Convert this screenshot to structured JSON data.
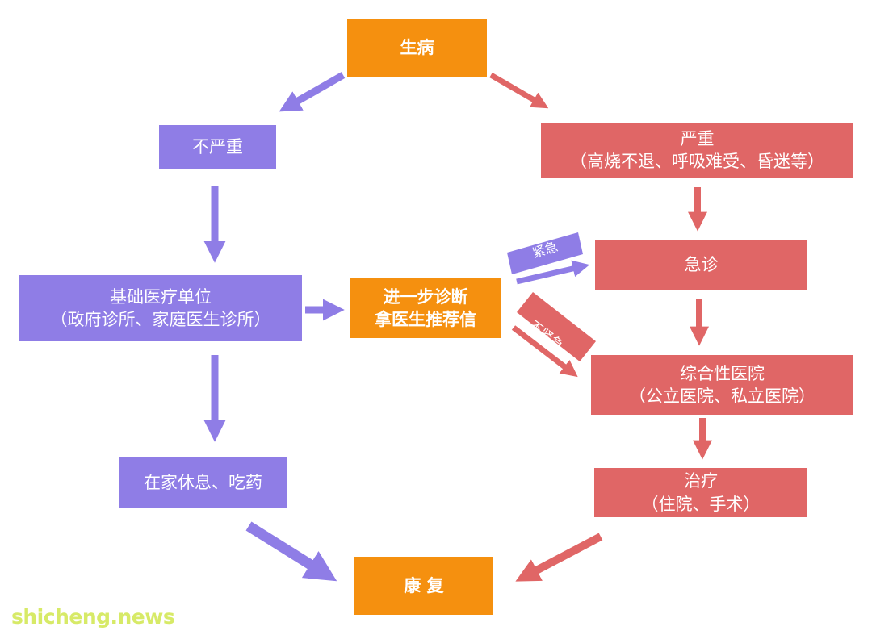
{
  "colors": {
    "orange": "#f5900f",
    "purple": "#8f7de6",
    "red": "#e06666",
    "watermark": "#d7ea67"
  },
  "nodes": {
    "sick": {
      "line1": "生病"
    },
    "not_serious": {
      "line1": "不严重"
    },
    "serious": {
      "line1": "严重",
      "line2": "（高烧不退、呼吸难受、昏迷等）"
    },
    "basic_medical": {
      "line1": "基础医疗单位",
      "line2": "（政府诊所、家庭医生诊所）"
    },
    "further_diagnosis": {
      "line1": "进一步诊断",
      "line2": "拿医生推荐信"
    },
    "emergency": {
      "line1": "急诊"
    },
    "general_hospital": {
      "line1": "综合性医院",
      "line2": "（公立医院、私立医院）"
    },
    "rest_at_home": {
      "line1": "在家休息、吃药"
    },
    "treatment": {
      "line1": "治疗",
      "line2": "（住院、手术）"
    },
    "recovery": {
      "line1": "康 复"
    }
  },
  "edge_labels": {
    "urgent": "紧急",
    "not_urgent": "不紧急"
  },
  "watermark": "shicheng.news"
}
